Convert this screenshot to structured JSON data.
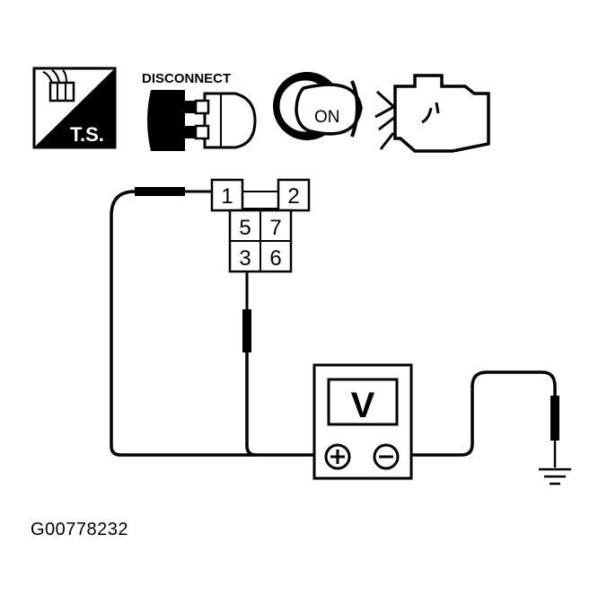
{
  "icons": {
    "ts_label": "T.S.",
    "disconnect_label": "DISCONNECT",
    "ignition_label": "ON",
    "ts_icon": "troubleshooting-icon",
    "disconnect_icon": "connector-disconnect-icon",
    "ignition_icon": "ignition-key-on-icon",
    "engine_icon": "engine-off-icon"
  },
  "connector": {
    "terminals": [
      "1",
      "2",
      "5",
      "7",
      "3",
      "6"
    ]
  },
  "meter": {
    "label": "V",
    "positive": "positive-terminal-icon",
    "negative": "negative-terminal-icon"
  },
  "ground": "ground-symbol-icon",
  "figure_id": "G00778232"
}
